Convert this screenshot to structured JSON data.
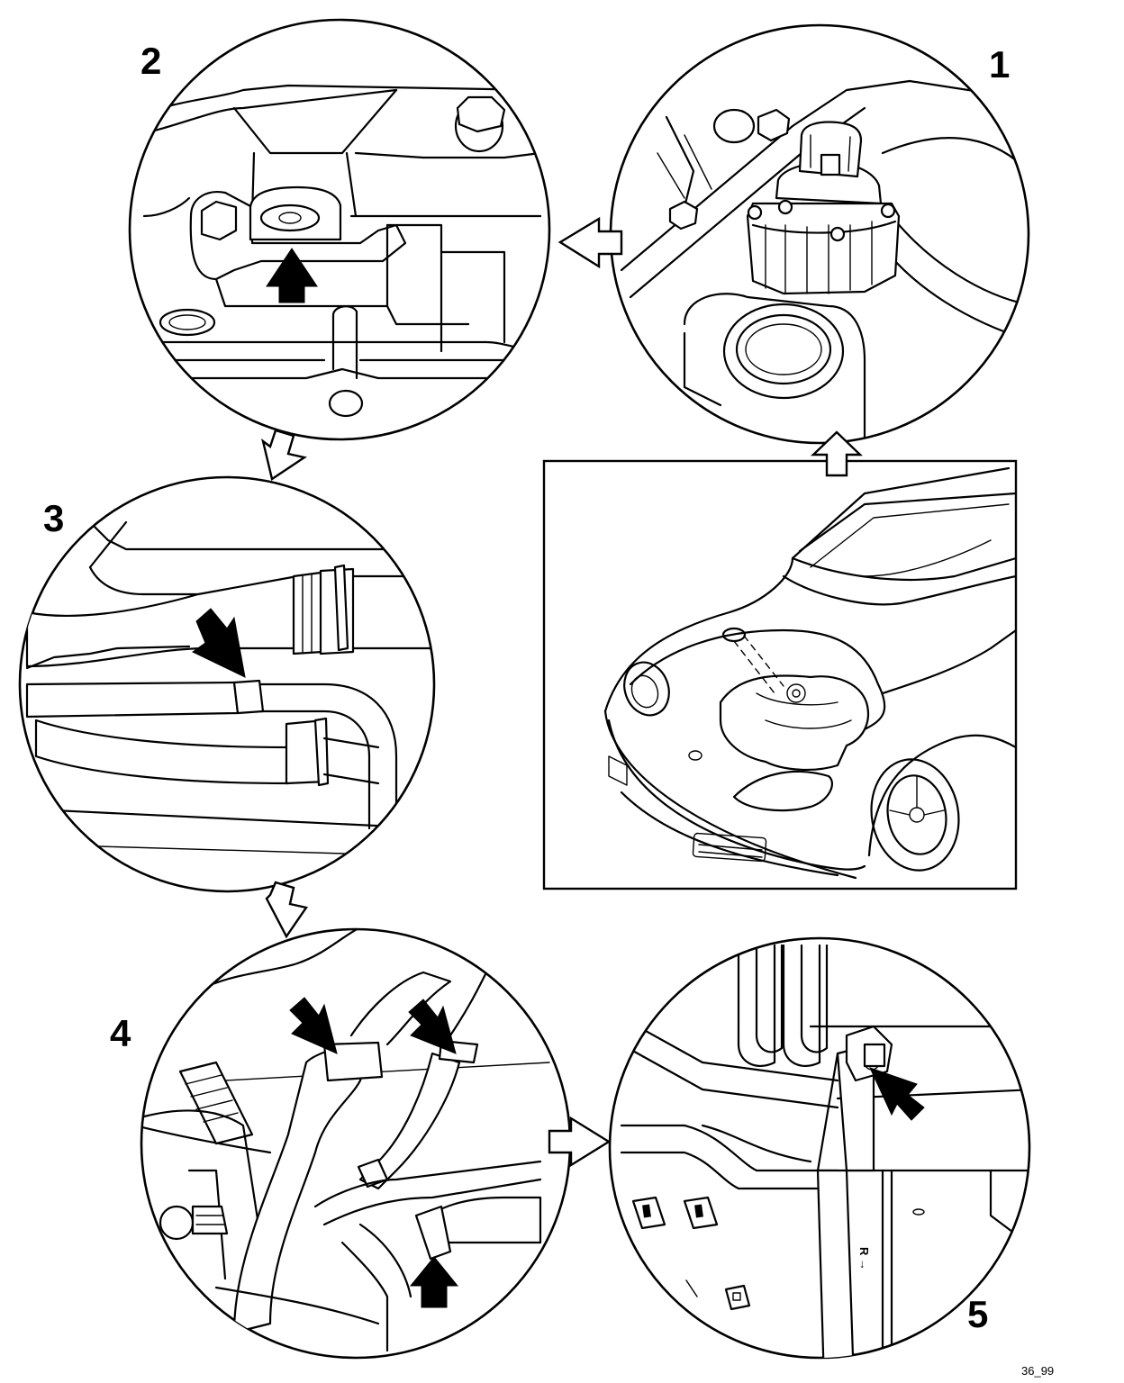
{
  "step_labels": [
    "1",
    "2",
    "3",
    "4",
    "5"
  ],
  "rail_marking": "R →",
  "figure_code": "36_99",
  "colors": {
    "ink": "#000000",
    "paper": "#ffffff"
  },
  "icons": [
    "hollow-arrow-icon",
    "solid-arrow-icon"
  ]
}
